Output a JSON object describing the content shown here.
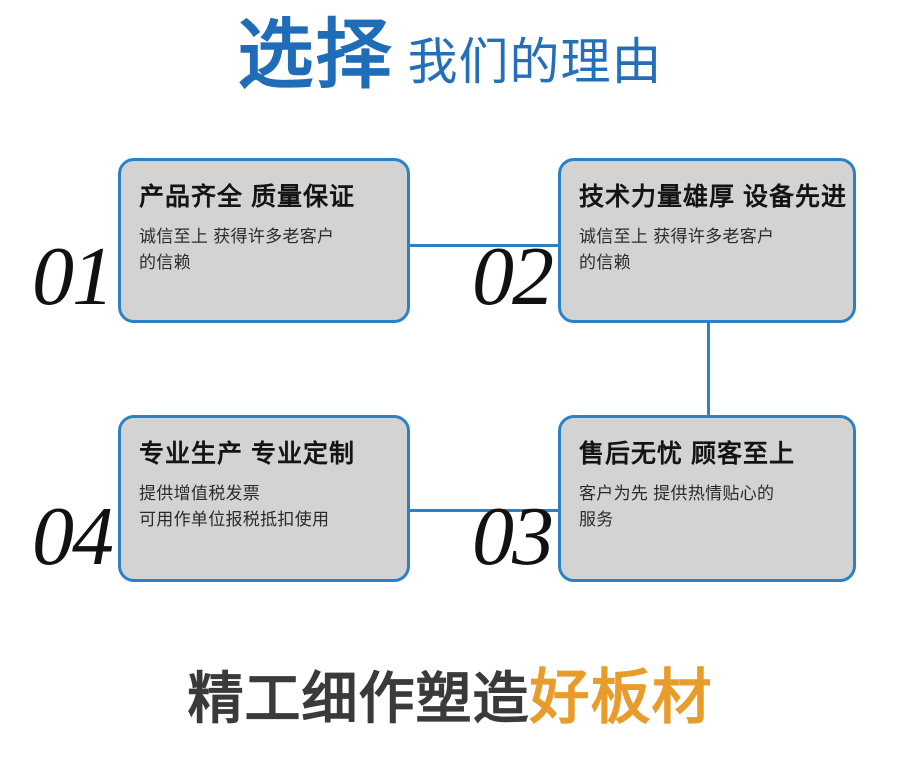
{
  "header": {
    "strong_text": "选择",
    "light_text": "我们的理由",
    "accent_color": "#1f6cb8"
  },
  "cards": [
    {
      "number": "01",
      "title": "产品齐全 质量保证",
      "body_lines": [
        "诚信至上 获得许多老客户",
        "的信赖"
      ]
    },
    {
      "number": "02",
      "title": "技术力量雄厚 设备先进",
      "body_lines": [
        "诚信至上 获得许多老客户",
        "的信赖"
      ]
    },
    {
      "number": "03",
      "title": "售后无忧 顾客至上",
      "body_lines": [
        "客户为先 提供热情贴心的",
        "服务"
      ]
    },
    {
      "number": "04",
      "title": "专业生产 专业定制",
      "body_lines": [
        "提供增值税发票",
        "可用作单位报税抵扣使用"
      ]
    }
  ],
  "footer": {
    "dark_text": "精工细作塑造",
    "accent_text": "好板材",
    "accent_color": "#e89c2a"
  },
  "theme": {
    "card_fill": "#d3d3d3",
    "card_border": "#2c81c4",
    "connector_color": "#2c81c4",
    "title_color": "#141414",
    "body_color": "#2b2b2b"
  }
}
